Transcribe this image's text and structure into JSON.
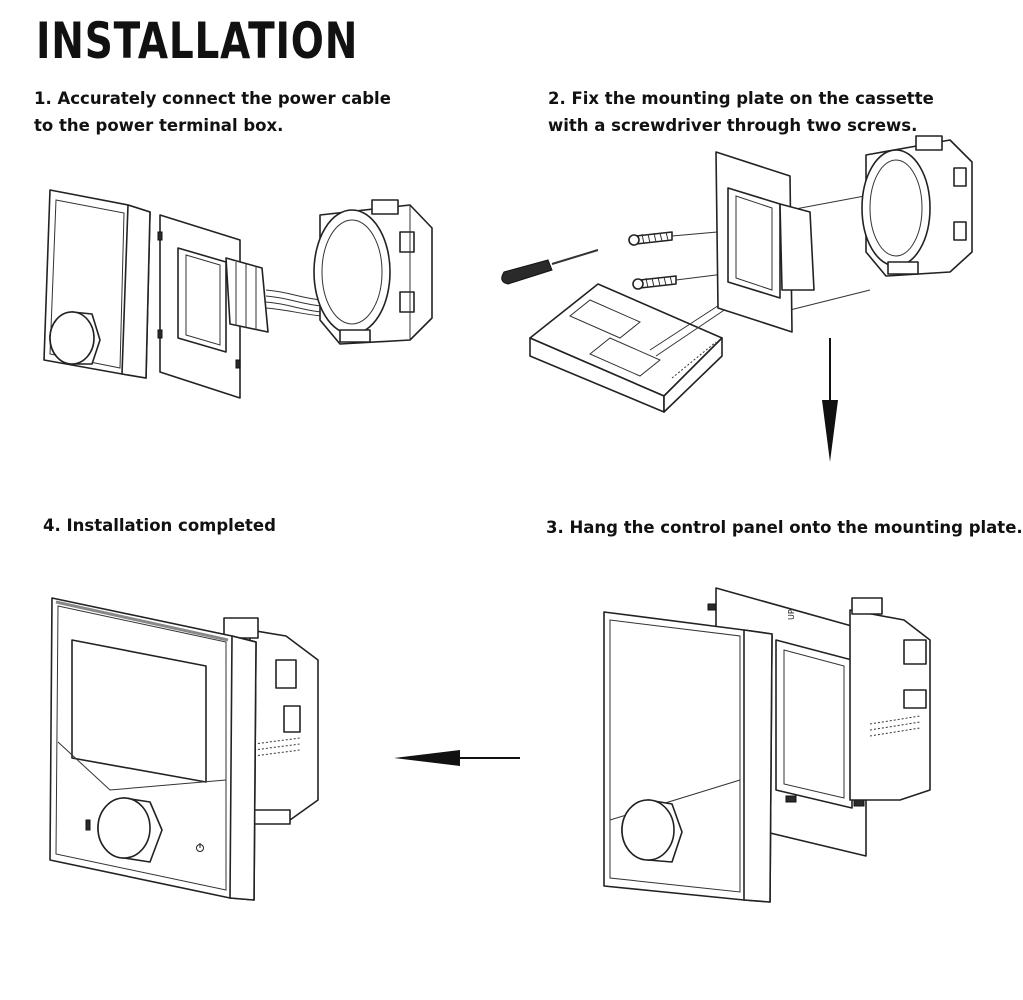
{
  "title": "INSTALLATION",
  "steps": [
    {
      "id": "s1",
      "lines": [
        "1. Accurately connect the power cable",
        "to the power terminal box."
      ]
    },
    {
      "id": "s2",
      "lines": [
        "2. Fix the mounting plate on the cassette",
        "with a screwdriver through two screws."
      ]
    },
    {
      "id": "s3",
      "lines": [
        "3. Hang the control panel onto the mounting plate."
      ]
    },
    {
      "id": "s4",
      "lines": [
        "4. Installation completed"
      ]
    }
  ],
  "figure_text": {
    "up_label": "UP"
  },
  "colors": {
    "line": "#222222",
    "background": "#ffffff"
  }
}
